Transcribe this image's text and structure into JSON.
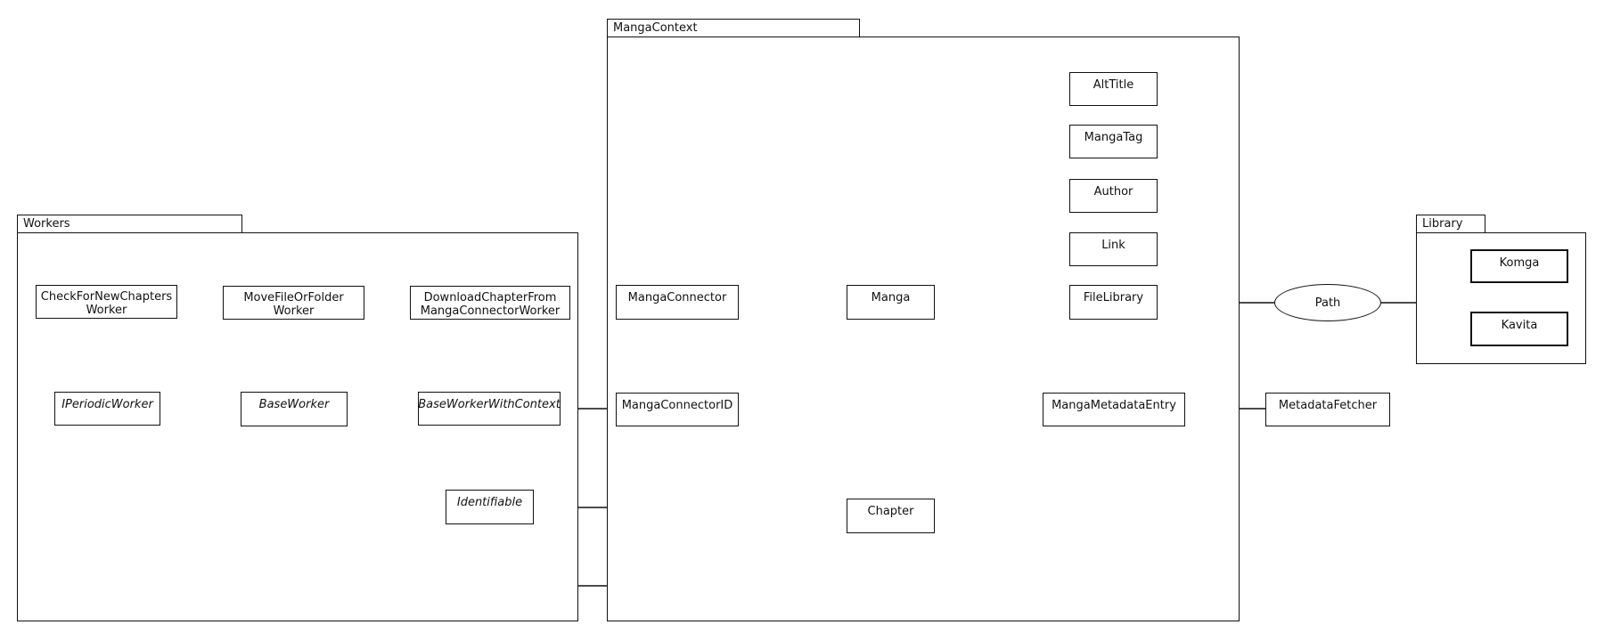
{
  "diagram": {
    "type": "uml-package-class-diagram",
    "colors": {
      "stroke": "#111111",
      "background": "#ffffff",
      "text": "#111111"
    },
    "packages": {
      "workers": {
        "label": "Workers"
      },
      "manga_context": {
        "label": "MangaContext"
      },
      "library": {
        "label": "Library"
      }
    },
    "nodes": {
      "check_for_new_chapters_worker": {
        "line1": "CheckForNewChapters",
        "line2": "Worker"
      },
      "move_file_or_folder_worker": {
        "line1": "MoveFileOrFolder",
        "line2": "Worker"
      },
      "download_chapter_from_manga_connector_worker": {
        "line1": "DownloadChapterFrom",
        "line2": "MangaConnectorWorker"
      },
      "iperiodic_worker": {
        "label": "IPeriodicWorker",
        "abstract": true
      },
      "base_worker": {
        "label": "BaseWorker",
        "abstract": true
      },
      "base_worker_with_context": {
        "label": "BaseWorkerWithContext",
        "abstract": true
      },
      "identifiable": {
        "label": "Identifiable",
        "abstract": true
      },
      "manga_connector": {
        "label": "MangaConnector"
      },
      "manga_connector_id": {
        "label": "MangaConnectorID"
      },
      "manga": {
        "label": "Manga"
      },
      "chapter": {
        "label": "Chapter"
      },
      "alt_title": {
        "label": "AltTitle"
      },
      "manga_tag": {
        "label": "MangaTag"
      },
      "author": {
        "label": "Author"
      },
      "link": {
        "label": "Link"
      },
      "file_library": {
        "label": "FileLibrary"
      },
      "manga_metadata_entry": {
        "label": "MangaMetadataEntry"
      },
      "metadata_fetcher": {
        "label": "MetadataFetcher"
      },
      "path": {
        "label": "Path"
      },
      "komga": {
        "label": "Komga"
      },
      "kavita": {
        "label": "Kavita"
      }
    },
    "edges": [
      {
        "from": "CheckForNewChaptersWorker",
        "to": "IPeriodicWorker",
        "kind": "generalization"
      },
      {
        "from": "MoveFileOrFolderWorker",
        "to": "BaseWorker",
        "kind": "generalization"
      },
      {
        "from": "DownloadChapterFromMangaConnectorWorker",
        "to": "BaseWorkerWithContext",
        "kind": "generalization"
      },
      {
        "from": "IPeriodicWorker",
        "to": "BaseWorker",
        "kind": "generalization"
      },
      {
        "from": "BaseWorkerWithContext",
        "to": "BaseWorker",
        "kind": "generalization"
      },
      {
        "from": "BaseWorker",
        "to": "Identifiable",
        "kind": "generalization"
      },
      {
        "from": "BaseWorkerWithContext",
        "to": "Identifiable",
        "kind": "generalization"
      },
      {
        "from": "Manga",
        "to": "Identifiable",
        "kind": "generalization"
      },
      {
        "from": "Chapter",
        "to": "Identifiable",
        "kind": "generalization"
      },
      {
        "from": "MangaConnector",
        "to": "MangaConnectorID",
        "kind": "association"
      },
      {
        "from": "BaseWorkerWithContext",
        "to": "MangaConnectorID",
        "kind": "association"
      },
      {
        "from": "MangaConnectorID",
        "to": "Manga",
        "kind": "association"
      },
      {
        "from": "MangaConnectorID",
        "to": "Chapter",
        "kind": "association"
      },
      {
        "from": "Manga",
        "to": "Chapter",
        "kind": "association"
      },
      {
        "from": "Manga",
        "to": "AltTitle",
        "kind": "association"
      },
      {
        "from": "Manga",
        "to": "MangaTag",
        "kind": "association"
      },
      {
        "from": "Manga",
        "to": "Author",
        "kind": "association"
      },
      {
        "from": "Manga",
        "to": "Link",
        "kind": "association"
      },
      {
        "from": "Manga",
        "to": "FileLibrary",
        "kind": "association"
      },
      {
        "from": "Manga",
        "to": "MangaMetadataEntry",
        "kind": "association"
      },
      {
        "from": "MangaMetadataEntry",
        "to": "MetadataFetcher",
        "kind": "association"
      },
      {
        "from": "FileLibrary",
        "to": "Path",
        "kind": "association"
      },
      {
        "from": "Path",
        "to": "Library",
        "kind": "association"
      }
    ]
  }
}
